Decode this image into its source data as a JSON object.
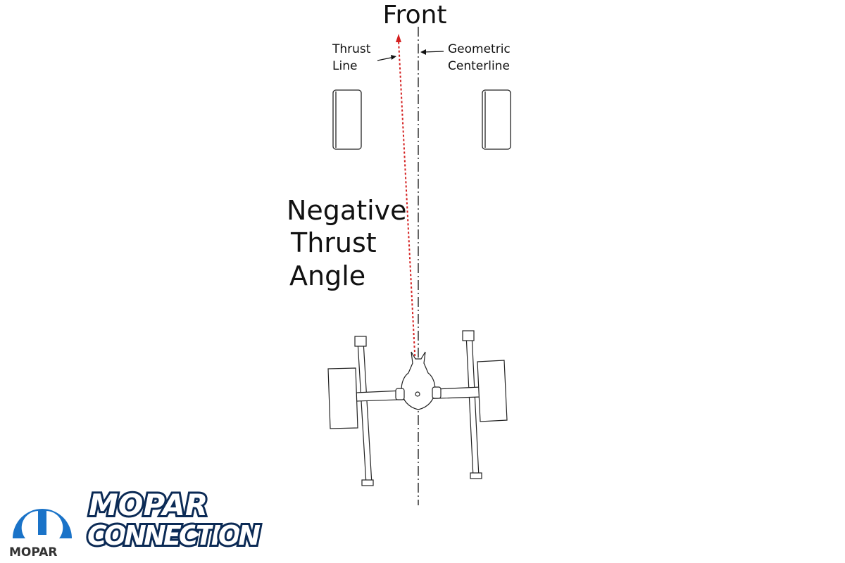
{
  "diagram": {
    "front_label": "Front",
    "thrust_line_label": [
      "Thrust",
      "Line"
    ],
    "centerline_label": [
      "Geometric",
      "Centerline"
    ],
    "angle_label": [
      "Negative",
      "Thrust",
      "Angle"
    ],
    "colors": {
      "thrust_line": "#d42020",
      "ink": "#111111",
      "brand_blue": "#1a73c8",
      "logo_navy": "#0b2a55"
    }
  },
  "logo": {
    "brand": "MOPAR",
    "title_line1": "MOPAR",
    "title_line2": "CONNECTION"
  }
}
